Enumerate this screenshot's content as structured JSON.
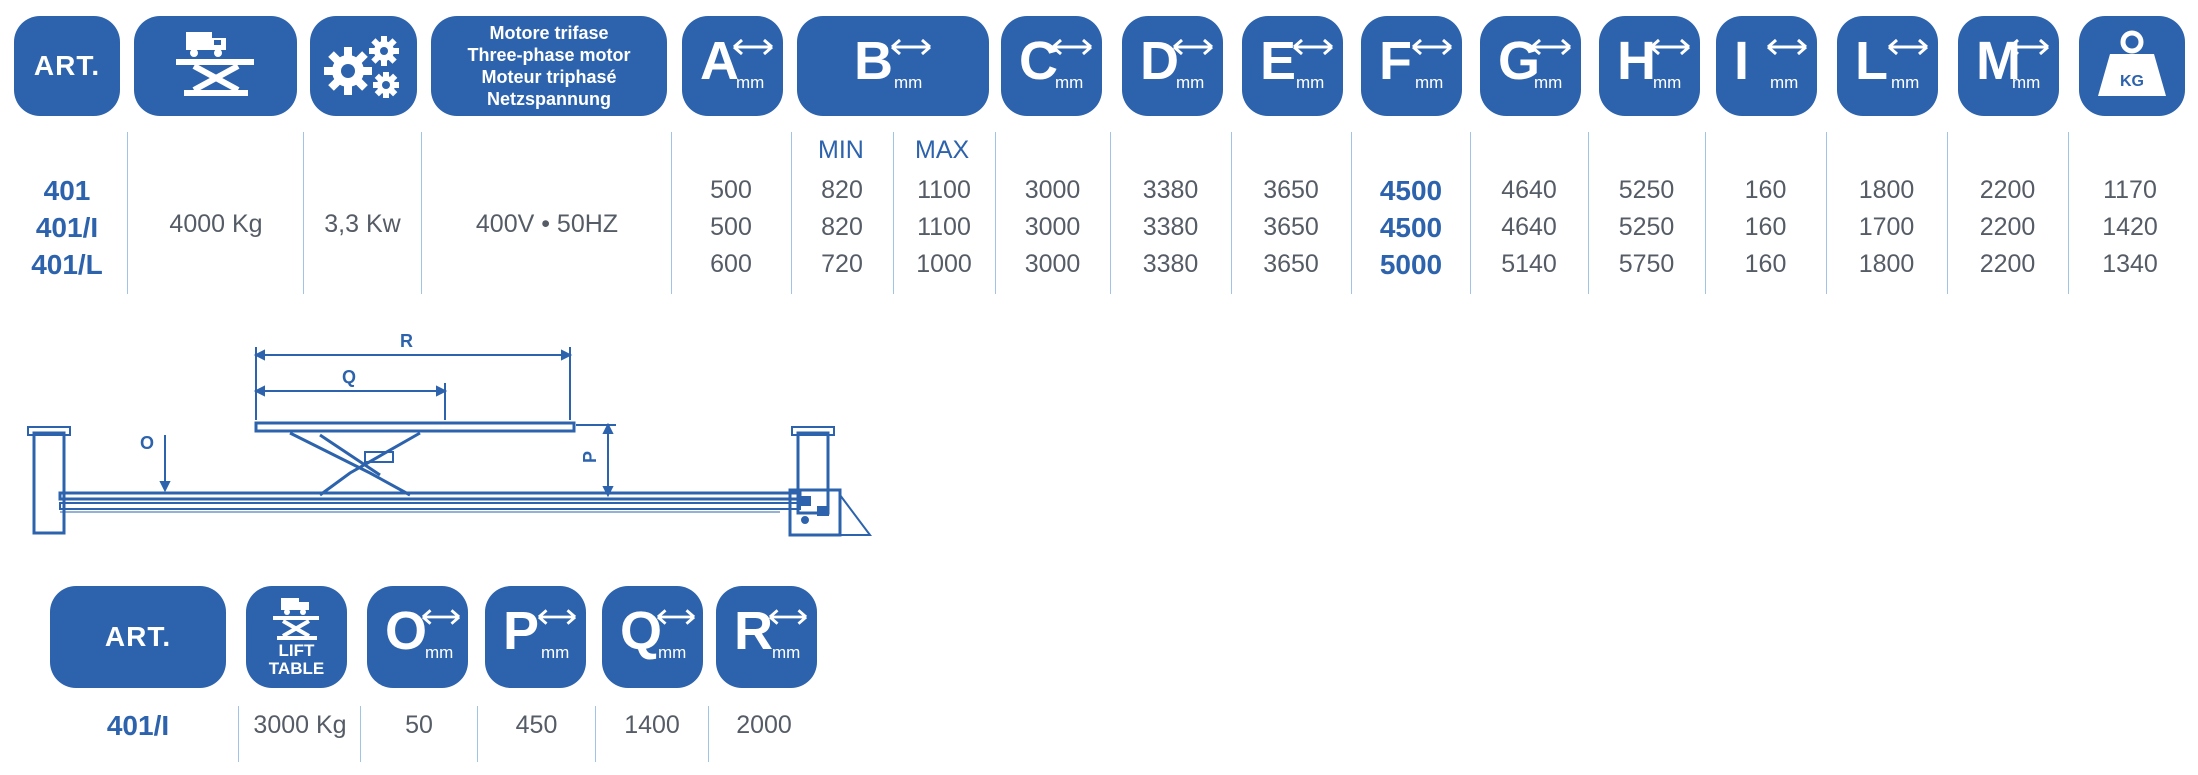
{
  "top": {
    "art_label": "ART.",
    "motor_lines": [
      "Motore trifase",
      "Three-phase motor",
      "Moteur triphasé",
      "Netzspannung"
    ],
    "unit": "mm",
    "weight_icon_label": "KG",
    "letters": [
      "A",
      "B",
      "C",
      "D",
      "E",
      "F",
      "G",
      "H",
      "I",
      "L",
      "M"
    ],
    "b_sub": [
      "MIN",
      "MAX"
    ],
    "rows": [
      {
        "art": "401",
        "capacity": "4000 Kg",
        "power": "3,3 Kw",
        "voltage": "400V • 50HZ",
        "A": "500",
        "Bmin": "820",
        "Bmax": "1100",
        "C": "3000",
        "D": "3380",
        "E": "3650",
        "F": "4500",
        "G": "4640",
        "H": "5250",
        "I": "160",
        "L": "1800",
        "M": "2200",
        "W": "1170"
      },
      {
        "art": "401/I",
        "capacity": "",
        "power": "",
        "voltage": "",
        "A": "500",
        "Bmin": "820",
        "Bmax": "1100",
        "C": "3000",
        "D": "3380",
        "E": "3650",
        "F": "4500",
        "G": "4640",
        "H": "5250",
        "I": "160",
        "L": "1700",
        "M": "2200",
        "W": "1420"
      },
      {
        "art": "401/L",
        "capacity": "",
        "power": "",
        "voltage": "",
        "A": "600",
        "Bmin": "720",
        "Bmax": "1000",
        "C": "3000",
        "D": "3380",
        "E": "3650",
        "F": "5000",
        "G": "5140",
        "H": "5750",
        "I": "160",
        "L": "1800",
        "M": "2200",
        "W": "1340"
      }
    ]
  },
  "diagram": {
    "labels": {
      "R": "R",
      "Q": "Q",
      "O": "O",
      "P": "P"
    }
  },
  "bottom": {
    "art_label": "ART.",
    "lift_table_lines": [
      "LIFT",
      "TABLE"
    ],
    "unit": "mm",
    "letters": [
      "O",
      "P",
      "Q",
      "R"
    ],
    "row": {
      "art": "401/I",
      "capacity": "3000 Kg",
      "O": "50",
      "P": "450",
      "Q": "1400",
      "R": "2000"
    }
  },
  "colors": {
    "brand_blue": "#2d63ad",
    "value_gray": "#555c66",
    "divider": "#9fc4e6"
  }
}
